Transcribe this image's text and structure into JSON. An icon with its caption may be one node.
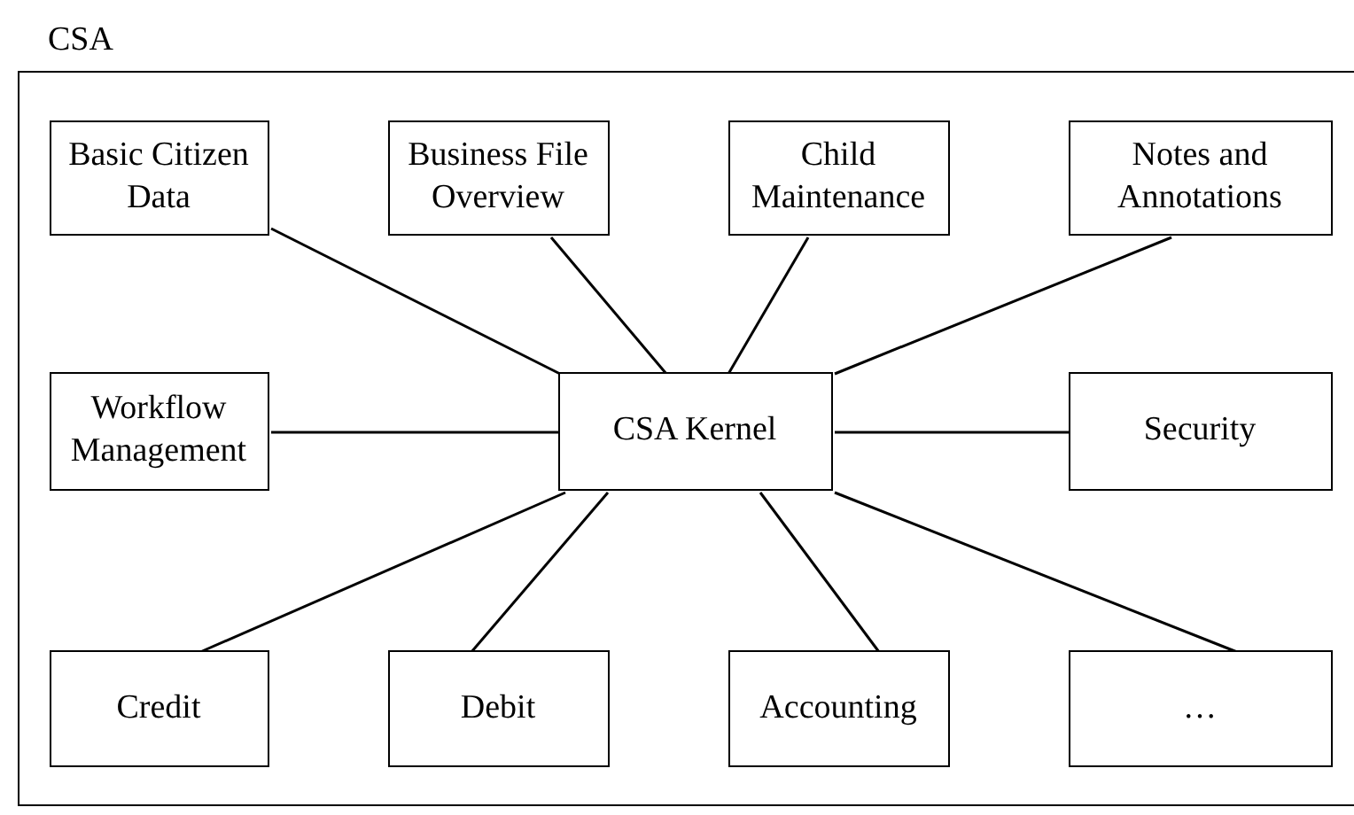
{
  "diagram": {
    "nodes": [
      {
        "text": [
          "CSA"
        ]
      },
      {
        "text": [
          "Basic Citizen Data"
        ],
        "in": 0
      },
      {
        "text": [
          "Business File Overview"
        ],
        "in": 0
      },
      {
        "text": [
          "Child Maintenance"
        ],
        "in": 0
      },
      {
        "text": [
          "Notes and Annotations"
        ],
        "in": 0
      },
      {
        "text": [
          "Workflow Management"
        ],
        "in": 0
      },
      {
        "text": [
          "CSA Kernel"
        ],
        "in": 0
      },
      {
        "text": [
          "Security"
        ],
        "in": 0
      },
      {
        "text": [
          "Credit"
        ],
        "in": 0
      },
      {
        "text": [
          "Debit"
        ],
        "in": 0
      },
      {
        "text": [
          "Accounting"
        ],
        "in": 0
      },
      {
        "text": [
          "…"
        ],
        "in": 0
      }
    ],
    "edges": [
      {
        "from": 6,
        "to": 1,
        "arrow": "none"
      },
      {
        "from": 6,
        "to": 2,
        "arrow": "none"
      },
      {
        "from": 6,
        "to": 3,
        "arrow": "none"
      },
      {
        "from": 6,
        "to": 4,
        "arrow": "none"
      },
      {
        "from": 6,
        "to": 5,
        "arrow": "none"
      },
      {
        "from": 6,
        "to": 7,
        "arrow": "none"
      },
      {
        "from": 6,
        "to": 8,
        "arrow": "none"
      },
      {
        "from": 6,
        "to": 9,
        "arrow": "none"
      },
      {
        "from": 6,
        "to": 10,
        "arrow": "none"
      },
      {
        "from": 6,
        "to": 11,
        "arrow": "none"
      }
    ]
  }
}
